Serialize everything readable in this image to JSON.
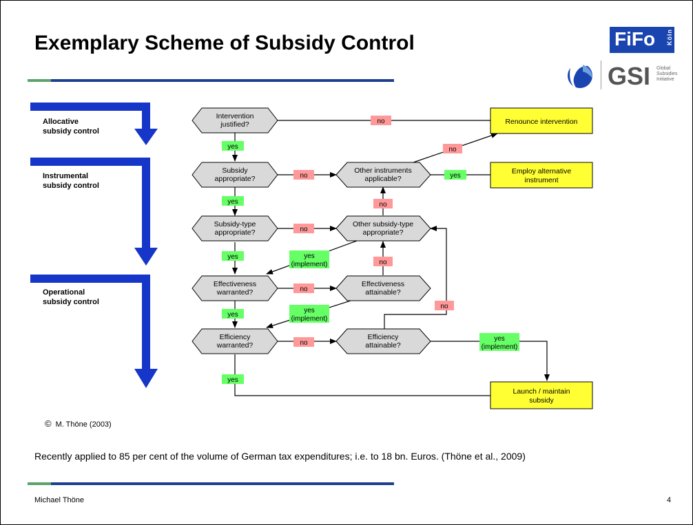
{
  "slide": {
    "title": "Exemplary Scheme of Subsidy Control",
    "copyright_symbol": "©",
    "copyright_text": "M. Thöne (2003)",
    "note": "Recently applied to 85 per cent of the volume of German tax expenditures; i.e. to 18 bn. Euros. (Thöne et al., 2009)",
    "footer_author": "Michael Thöne",
    "page_number": "4"
  },
  "logos": {
    "fifo_main": "FiFo",
    "fifo_side": "Köln",
    "gsi_word": "GSI",
    "gsi_small_1": "Global",
    "gsi_small_2": "Subsidies",
    "gsi_small_3": "Initiative"
  },
  "levels": {
    "allocative_1": "Allocative",
    "allocative_2": "subsidy control",
    "instrumental_1": "Instrumental",
    "instrumental_2": "subsidy control",
    "operational_1": "Operational",
    "operational_2": "subsidy control"
  },
  "nodes": {
    "intervention_1": "Intervention",
    "intervention_2": "justified?",
    "subsidy_1": "Subsidy",
    "subsidy_2": "appropriate?",
    "subtype_1": "Subsidy-type",
    "subtype_2": "appropriate?",
    "eff_warr_1": "Effectiveness",
    "eff_warr_2": "warranted?",
    "effic_warr_1": "Efficiency",
    "effic_warr_2": "warranted?",
    "other_instr_1": "Other instruments",
    "other_instr_2": "applicable?",
    "other_sub_1": "Other subsidy-type",
    "other_sub_2": "appropriate?",
    "eff_att_1": "Effectiveness",
    "eff_att_2": "attainable?",
    "effic_att_1": "Efficiency",
    "effic_att_2": "attainable?",
    "renounce": "Renounce intervention",
    "employ_1": "Employ alternative",
    "employ_2": "instrument",
    "launch_1": "Launch / maintain",
    "launch_2": "subsidy"
  },
  "edge_labels": {
    "yes": "yes",
    "no": "no",
    "implement": "(implement)"
  },
  "colors": {
    "yes_fill": "#66ff66",
    "no_fill": "#ff9999",
    "outcome_fill": "#ffff33",
    "decision_fill": "#d9d9d9",
    "level_arrow": "#1536c9"
  }
}
